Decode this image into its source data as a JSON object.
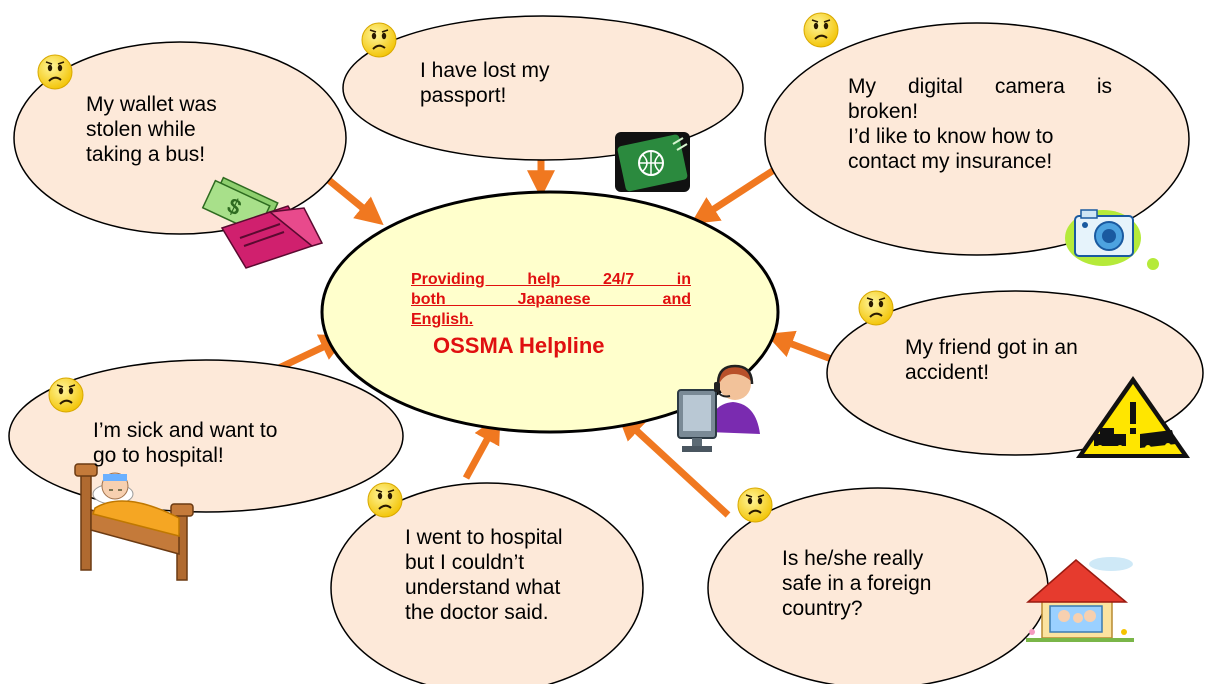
{
  "center": {
    "tagline_lines": [
      "Providing help 24/7 in",
      "both Japanese and",
      "English."
    ],
    "title": "OSSMA Helpline"
  },
  "bubbles": [
    {
      "id": "wallet",
      "lines": [
        "My wallet was",
        "stolen while",
        "taking a bus!"
      ],
      "icon": "wallet-money-icon"
    },
    {
      "id": "passport",
      "lines": [
        "I have lost my",
        "passport!"
      ],
      "icon": "passport-icon"
    },
    {
      "id": "camera",
      "lines": [
        "My digital camera is",
        "broken!",
        "I’d like to know how to",
        "contact my insurance!"
      ],
      "icon": "camera-icon"
    },
    {
      "id": "friend",
      "lines": [
        "My friend got in an",
        "accident!"
      ],
      "icon": "car-accident-sign-icon"
    },
    {
      "id": "sick",
      "lines": [
        "I’m sick and want to",
        "go to hospital!"
      ],
      "icon": "sick-in-bed-icon"
    },
    {
      "id": "doctor",
      "lines": [
        "I went to hospital",
        "but I couldn’t",
        "understand what",
        "the doctor said."
      ],
      "icon": "none"
    },
    {
      "id": "safe",
      "lines": [
        "Is he/she really",
        "safe in a foreign",
        "country?"
      ],
      "icon": "family-house-icon"
    }
  ],
  "colors": {
    "bubble_fill": "#fde9d9",
    "center_fill": "#ffffcc",
    "arrow": "#f07820",
    "accent_red": "#e01010",
    "face": "#ffde2e"
  }
}
